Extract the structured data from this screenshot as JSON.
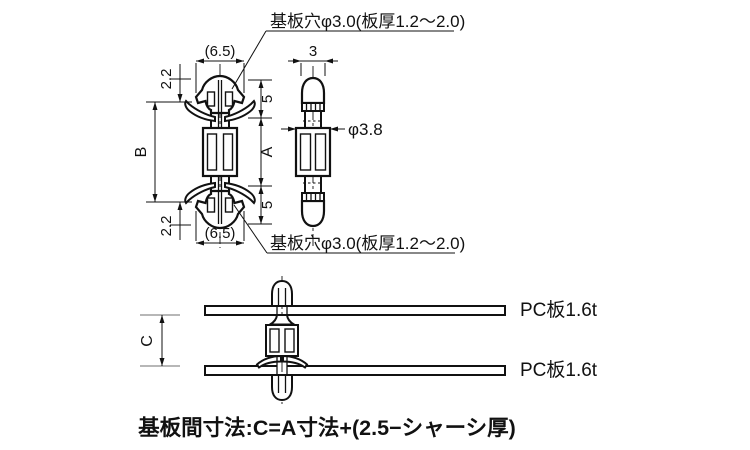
{
  "front_view": {
    "dim_width_top": "(6.5)",
    "dim_width_bottom": "(6.5)",
    "dim_tip_top": "2.2",
    "dim_tip_bottom": "2.2",
    "dim_span": "B",
    "dim_body": "A",
    "dim_head_top": "5",
    "dim_head_bottom": "5"
  },
  "side_view": {
    "dim_width": "3",
    "dim_diameter": "φ3.8"
  },
  "callouts": {
    "hole_top": "基板穴φ3.0(板厚1.2～2.0)",
    "hole_bottom": "基板穴φ3.0(板厚1.2～2.0)"
  },
  "assembly": {
    "dim_board_gap": "C",
    "board_label_top": "PC板1.6t",
    "board_label_bottom": "PC板1.6t"
  },
  "caption": "基板間寸法:C=A寸法+(2.5−シャーシ厚)",
  "colors": {
    "line": "#111111",
    "background": "#ffffff",
    "extension_gray": "#8c8c8c"
  }
}
